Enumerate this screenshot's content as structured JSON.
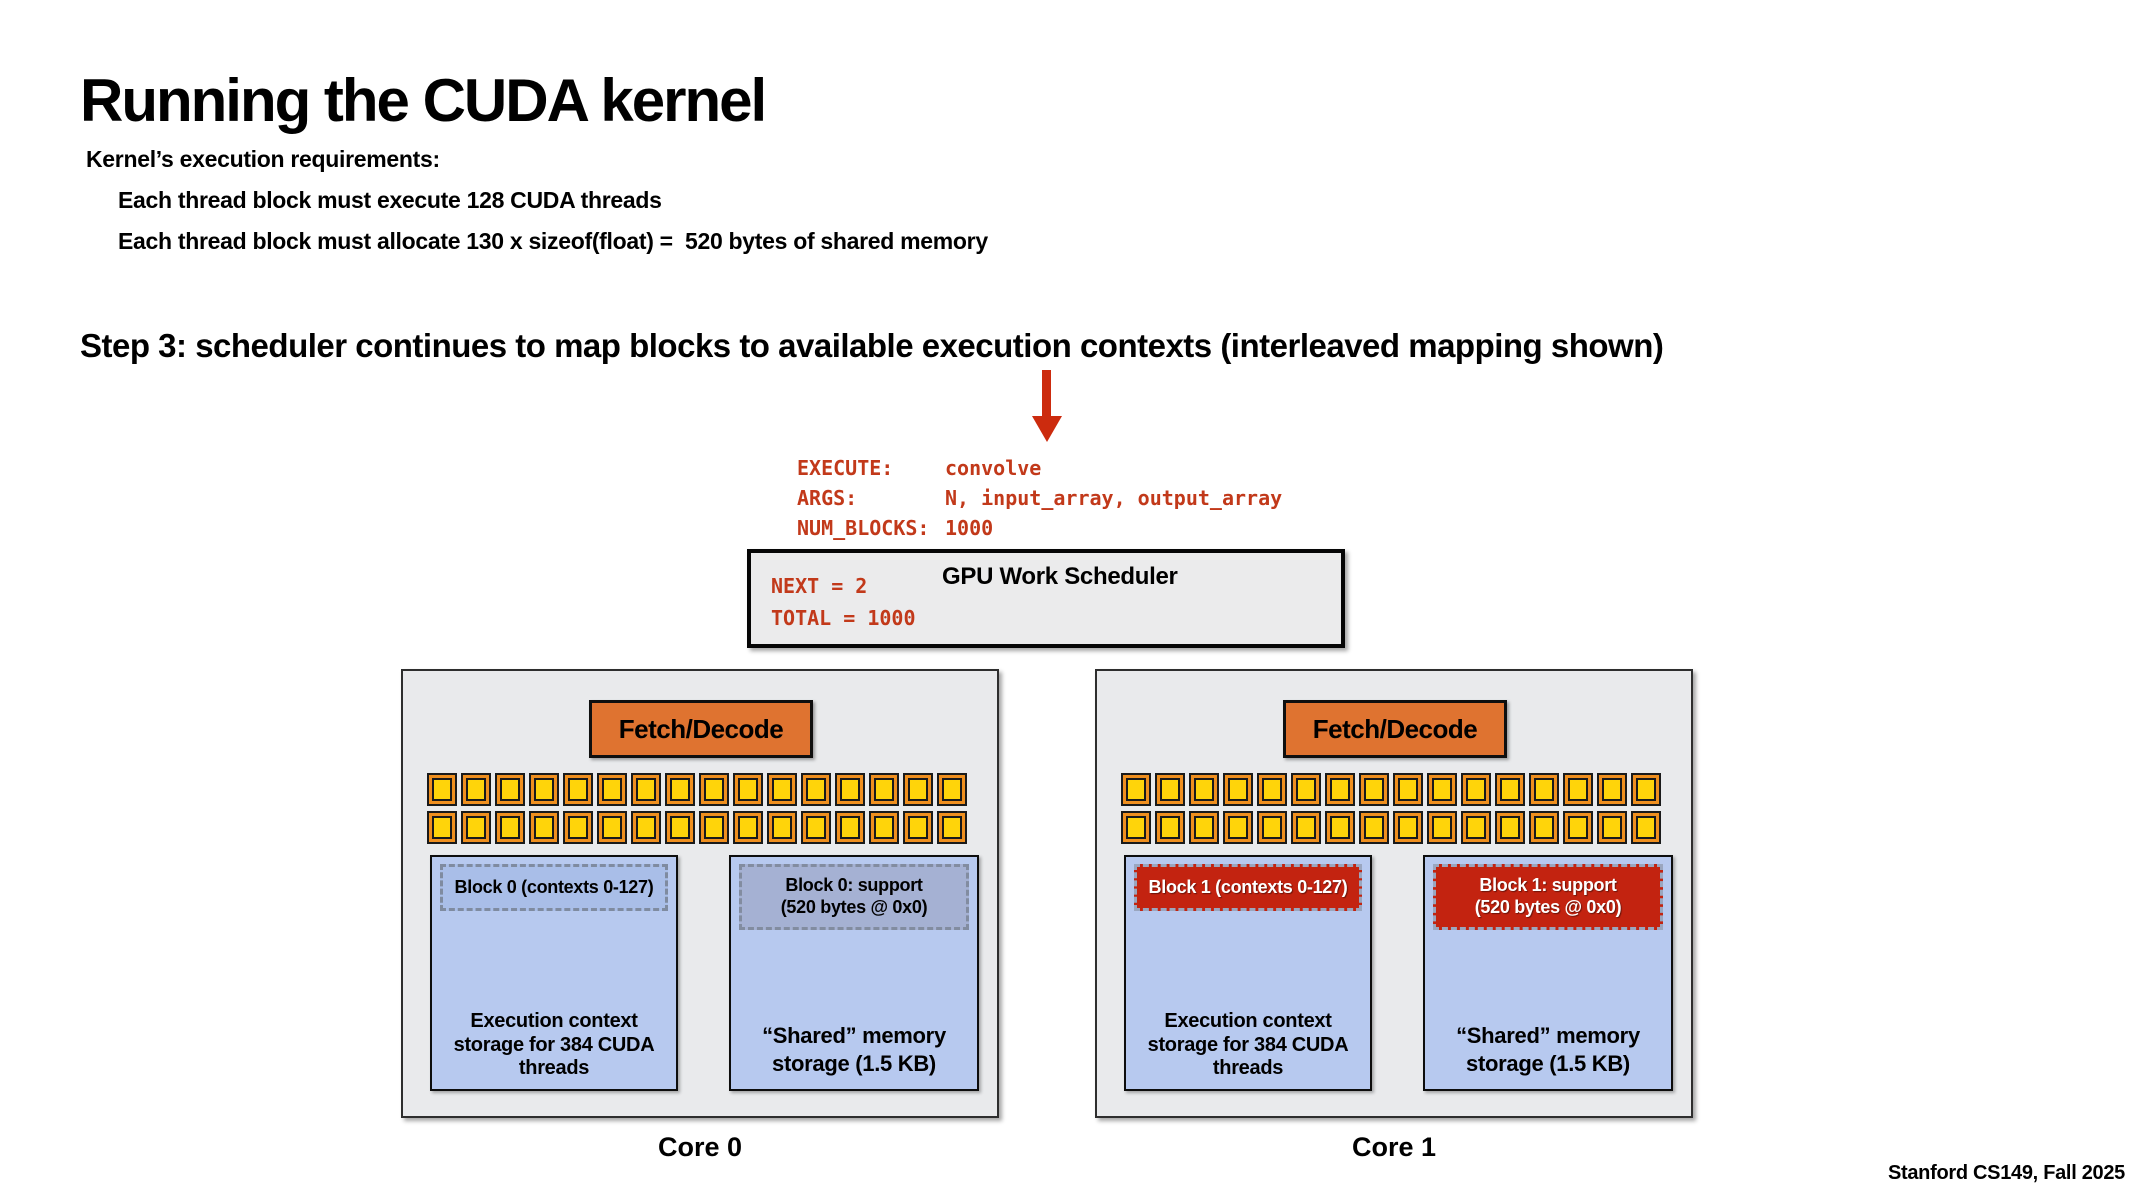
{
  "slide": {
    "title": "Running the CUDA kernel",
    "requirements_heading": "Kernel’s execution requirements:",
    "requirements": [
      "Each thread block must execute 128 CUDA threads",
      "Each thread block must allocate 130 x sizeof(float) =  520 bytes of shared memory"
    ],
    "step_heading": "Step 3: scheduler continues to map blocks to available execution contexts (interleaved mapping shown)",
    "footer": "Stanford CS149, Fall 2025"
  },
  "kernel_launch": {
    "rows": [
      {
        "label": "EXECUTE:",
        "value": "convolve"
      },
      {
        "label": "ARGS:",
        "value": "N, input_array, output_array"
      },
      {
        "label": "NUM_BLOCKS:",
        "value": "1000"
      }
    ]
  },
  "scheduler": {
    "title": "GPU Work Scheduler",
    "state": [
      "NEXT = 2",
      "TOTAL = 1000"
    ]
  },
  "cores": [
    {
      "name": "Core 0",
      "fetch_decode_label": "Fetch/Decode",
      "alu_rows": 2,
      "alu_cols": 16,
      "exec_block_label": "Block 0 (contexts 0-127)",
      "exec_storage_lines": [
        "Execution context",
        "storage for 384 CUDA",
        "threads"
      ],
      "shared_block_lines": [
        "Block 0: support",
        "(520 bytes @ 0x0)"
      ],
      "shared_storage_lines": [
        "“Shared” memory",
        "storage (1.5 KB)"
      ]
    },
    {
      "name": "Core 1",
      "fetch_decode_label": "Fetch/Decode",
      "alu_rows": 2,
      "alu_cols": 16,
      "exec_block_label": "Block 1 (contexts 0-127)",
      "exec_storage_lines": [
        "Execution context",
        "storage for 384 CUDA",
        "threads"
      ],
      "shared_block_lines": [
        "Block 1: support",
        "(520 bytes @ 0x0)"
      ],
      "shared_storage_lines": [
        "“Shared” memory",
        "storage (1.5 KB)"
      ]
    }
  ],
  "colors": {
    "fetch_decode_orange": "#df7330",
    "alu_outer_orange": "#ef8f1f",
    "alu_inner_yellow": "#ffd40a",
    "storage_blue": "#b7c9ef",
    "block_chip_blue": "#a9bee8",
    "block_chip_bluegray": "#a5b1d3",
    "block_chip_red": "#c32310",
    "mono_text_red": "#c2391a",
    "arrow_red": "#cc2b0e",
    "core_background": "#e9eaec",
    "scheduler_background": "#ebebec"
  }
}
